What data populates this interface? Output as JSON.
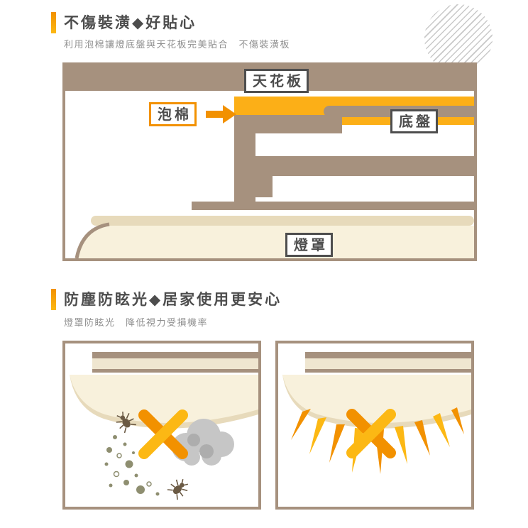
{
  "colors": {
    "accent": "#F29100",
    "accent_light": "#FCB814",
    "orange_band": "#FCAF17",
    "brown": "#A6917E",
    "cream": "#F8F1DC",
    "beige": "#EFE6D0",
    "beige_dark": "#E7DABB",
    "label_border": "#4E4E4E",
    "text_dark": "#4D4D4D",
    "text_gray": "#8F8F8F",
    "hatch_gray": "#C9C9C9",
    "dust_gray": "#C6C6C6",
    "dust_gray_dark": "#ADADAD",
    "dot_olive": "#8E8E70",
    "bug_brown": "#6B5A44"
  },
  "section1": {
    "title": "不傷裝潢◆好貼心",
    "subtitle": "利用泡棉讓燈底盤與天花板完美貼合　不傷裝潢板",
    "labels": {
      "ceiling": "天花板",
      "foam": "泡棉",
      "base_plate": "底盤",
      "lamp_cover": "燈罩"
    }
  },
  "section2": {
    "title": "防塵防眩光◆居家使用更安心",
    "subtitle": "燈罩防眩光　降低視力受損機率"
  }
}
